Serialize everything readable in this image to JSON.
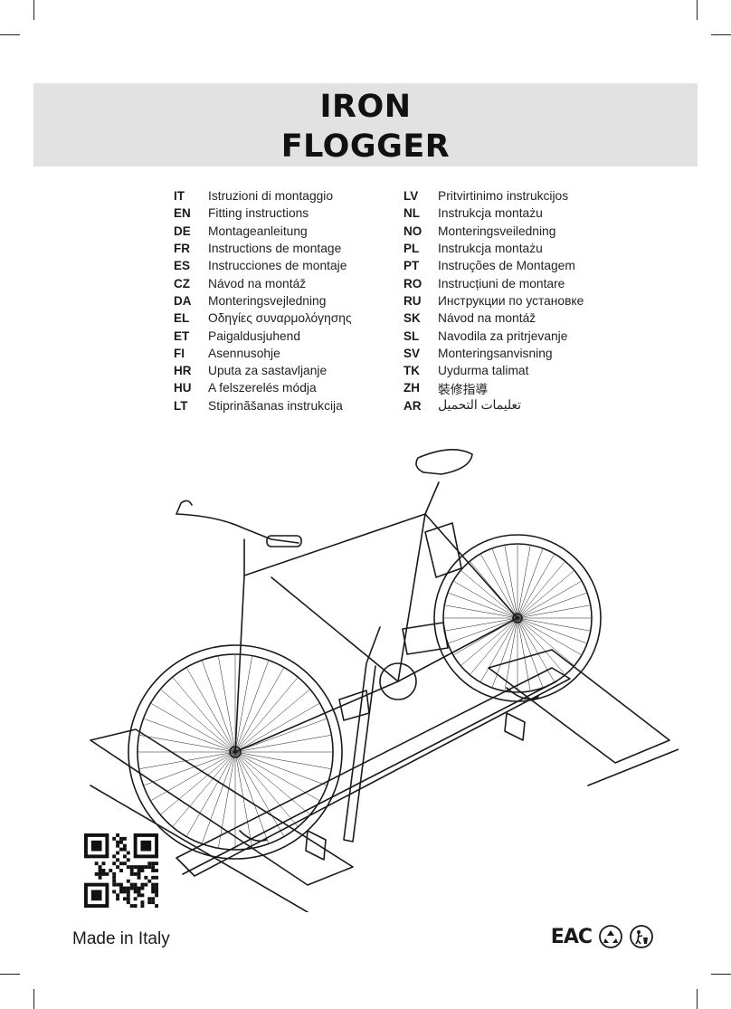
{
  "title": {
    "line1": "IRON",
    "line2": "FLOGGER"
  },
  "languages_left": [
    {
      "code": "IT",
      "text": "Istruzioni di montaggio"
    },
    {
      "code": "EN",
      "text": "Fitting instructions"
    },
    {
      "code": "DE",
      "text": "Montageanleitung"
    },
    {
      "code": "FR",
      "text": "Instructions de montage"
    },
    {
      "code": "ES",
      "text": "Instrucciones de montaje"
    },
    {
      "code": "CZ",
      "text": "Návod na montáž"
    },
    {
      "code": "DA",
      "text": "Monteringsvejledning"
    },
    {
      "code": "EL",
      "text": "Οδηγίες συναρμολόγησης"
    },
    {
      "code": "ET",
      "text": "Paigaldusjuhend"
    },
    {
      "code": "FI",
      "text": "Asennusohje"
    },
    {
      "code": "HR",
      "text": "Uputa za sastavljanje"
    },
    {
      "code": "HU",
      "text": "A felszerelés módja"
    },
    {
      "code": "LT",
      "text": "Stiprinãšanas instrukcija"
    }
  ],
  "languages_right": [
    {
      "code": "LV",
      "text": "Pritvirtinimo instrukcijos"
    },
    {
      "code": "NL",
      "text": "Instrukcja montażu"
    },
    {
      "code": "NO",
      "text": "Monteringsveiledning"
    },
    {
      "code": "PL",
      "text": "Instrukcja montażu"
    },
    {
      "code": "PT",
      "text": "Instruções de Montagem"
    },
    {
      "code": "RO",
      "text": "Instrucțiuni de montare"
    },
    {
      "code": "RU",
      "text": "Инструкции по установке"
    },
    {
      "code": "SK",
      "text": "Návod na montáž"
    },
    {
      "code": "SL",
      "text": "Navodila za pritrjevanje"
    },
    {
      "code": "SV",
      "text": "Monteringsanvisning"
    },
    {
      "code": "TK",
      "text": "Uydurma talimat"
    },
    {
      "code": "ZH",
      "text": "裝修指導"
    },
    {
      "code": "AR",
      "text": "تعليمات التحميل"
    }
  ],
  "footer": {
    "made_in": "Made in Italy",
    "eac_mark": "EAC"
  },
  "icons": [
    "qr-code-icon",
    "recycle-icon",
    "tidy-man-icon"
  ]
}
